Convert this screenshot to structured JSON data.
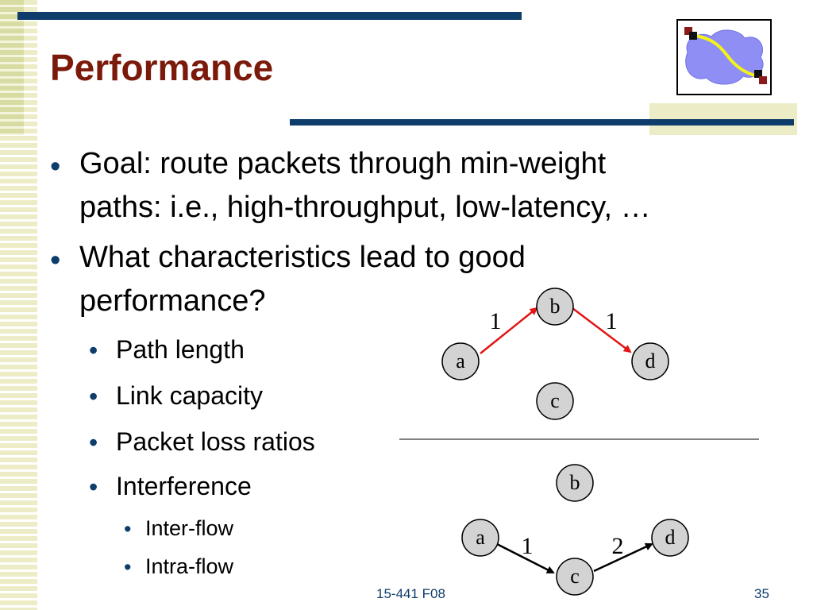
{
  "slide": {
    "title": "Performance",
    "bullets": [
      {
        "line1": "Goal: route packets through min-weight",
        "line2": "paths: i.e., high-throughput, low-latency, …"
      },
      {
        "line1": "What characteristics lead to good",
        "line2": "performance?"
      }
    ],
    "sub_bullets": [
      "Path length",
      "Link capacity",
      "Packet loss ratios",
      "Interference"
    ],
    "sub_sub_bullets": [
      "Inter-flow",
      "Intra-flow"
    ],
    "bullet_glyph": "•"
  },
  "diagram_top": {
    "nodes": {
      "a": "a",
      "b": "b",
      "c": "c",
      "d": "d"
    },
    "edges": [
      {
        "from": "a",
        "to": "b",
        "weight": "1",
        "color": "#e31414"
      },
      {
        "from": "b",
        "to": "d",
        "weight": "1",
        "color": "#e31414"
      }
    ]
  },
  "diagram_bottom": {
    "nodes": {
      "a": "a",
      "b": "b",
      "c": "c",
      "d": "d"
    },
    "edges": [
      {
        "from": "a",
        "to": "c",
        "weight": "1",
        "color": "#000000"
      },
      {
        "from": "c",
        "to": "d",
        "weight": "2",
        "color": "#000000"
      }
    ]
  },
  "footer": {
    "course": "15-441 F08",
    "page": "35"
  },
  "colors": {
    "title": "#7b1a0a",
    "accent_bar": "#0e3d6b",
    "node_fill": "#d3d3d3",
    "stripe": "#ecedc6"
  },
  "logo": {
    "icon": "network-cloud-path-icon"
  }
}
